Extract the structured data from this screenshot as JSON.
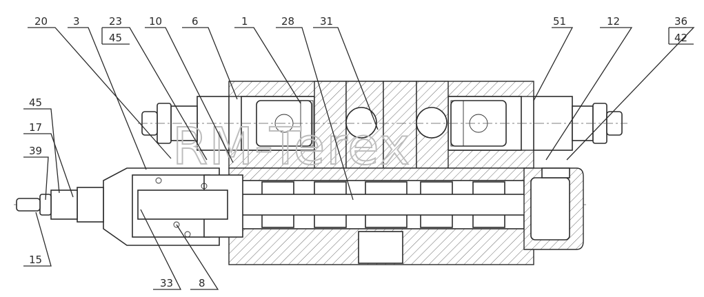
{
  "watermark": "RM-Terex",
  "callouts": {
    "top": [
      "20",
      "3",
      "23",
      "45",
      "10",
      "6",
      "1",
      "28",
      "31",
      "51",
      "12",
      "36",
      "42"
    ],
    "left": [
      "45",
      "17",
      "39",
      "15"
    ],
    "bottom": [
      "33",
      "8"
    ]
  }
}
